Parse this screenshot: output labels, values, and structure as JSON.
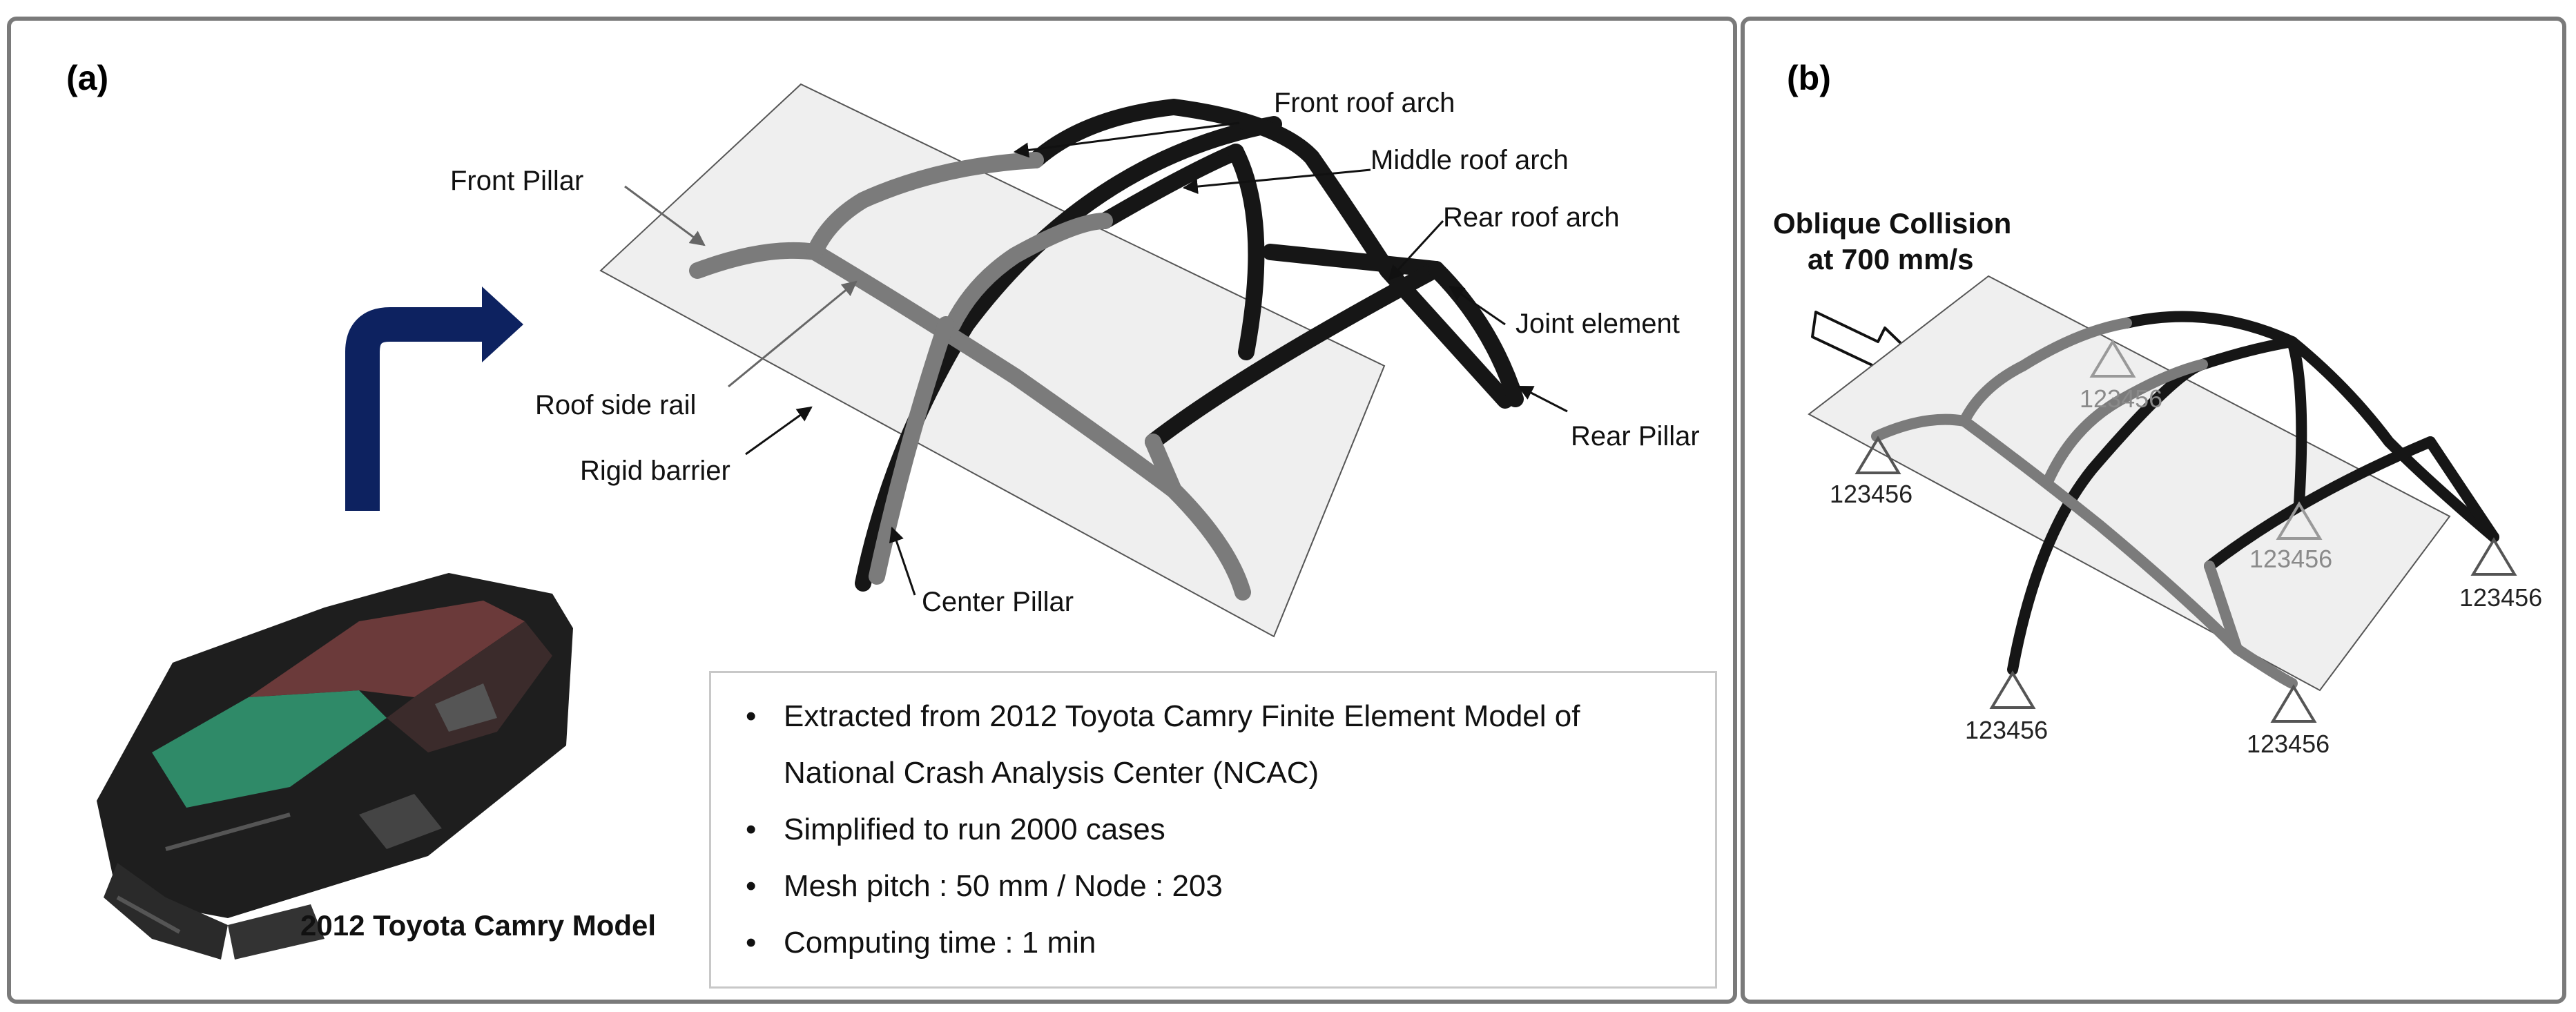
{
  "panel_a": {
    "letter": "(a)",
    "labels": {
      "front_roof_arch": "Front roof arch",
      "middle_roof_arch": "Middle roof arch",
      "rear_roof_arch": "Rear roof arch",
      "joint_element": "Joint element",
      "rear_pillar": "Rear Pillar",
      "front_pillar": "Front Pillar",
      "roof_side_rail": "Roof side rail",
      "rigid_barrier": "Rigid barrier",
      "center_pillar": "Center Pillar"
    },
    "car_caption": "2012 Toyota Camry Model",
    "info_bullets": [
      "Extracted from 2012 Toyota Camry Finite Element Model of",
      "National Crash Analysis Center (NCAC)",
      "Simplified to run 2000 cases",
      "Mesh pitch : 50 mm / Node : 203",
      "Computing time : 1 min"
    ]
  },
  "panel_b": {
    "letter": "(b)",
    "collision_line1": "Oblique Collision",
    "collision_line2": "at 700 mm/s",
    "node_constraints": [
      "123456",
      "123456",
      "123456",
      "123456",
      "123456",
      "123456"
    ]
  },
  "colors": {
    "panel_border": "#7a7a7a",
    "arrow_navy": "#0d2260",
    "member_dark": "#161616",
    "member_grey": "#7b7b7b",
    "barrier_fill": "#efefef"
  }
}
